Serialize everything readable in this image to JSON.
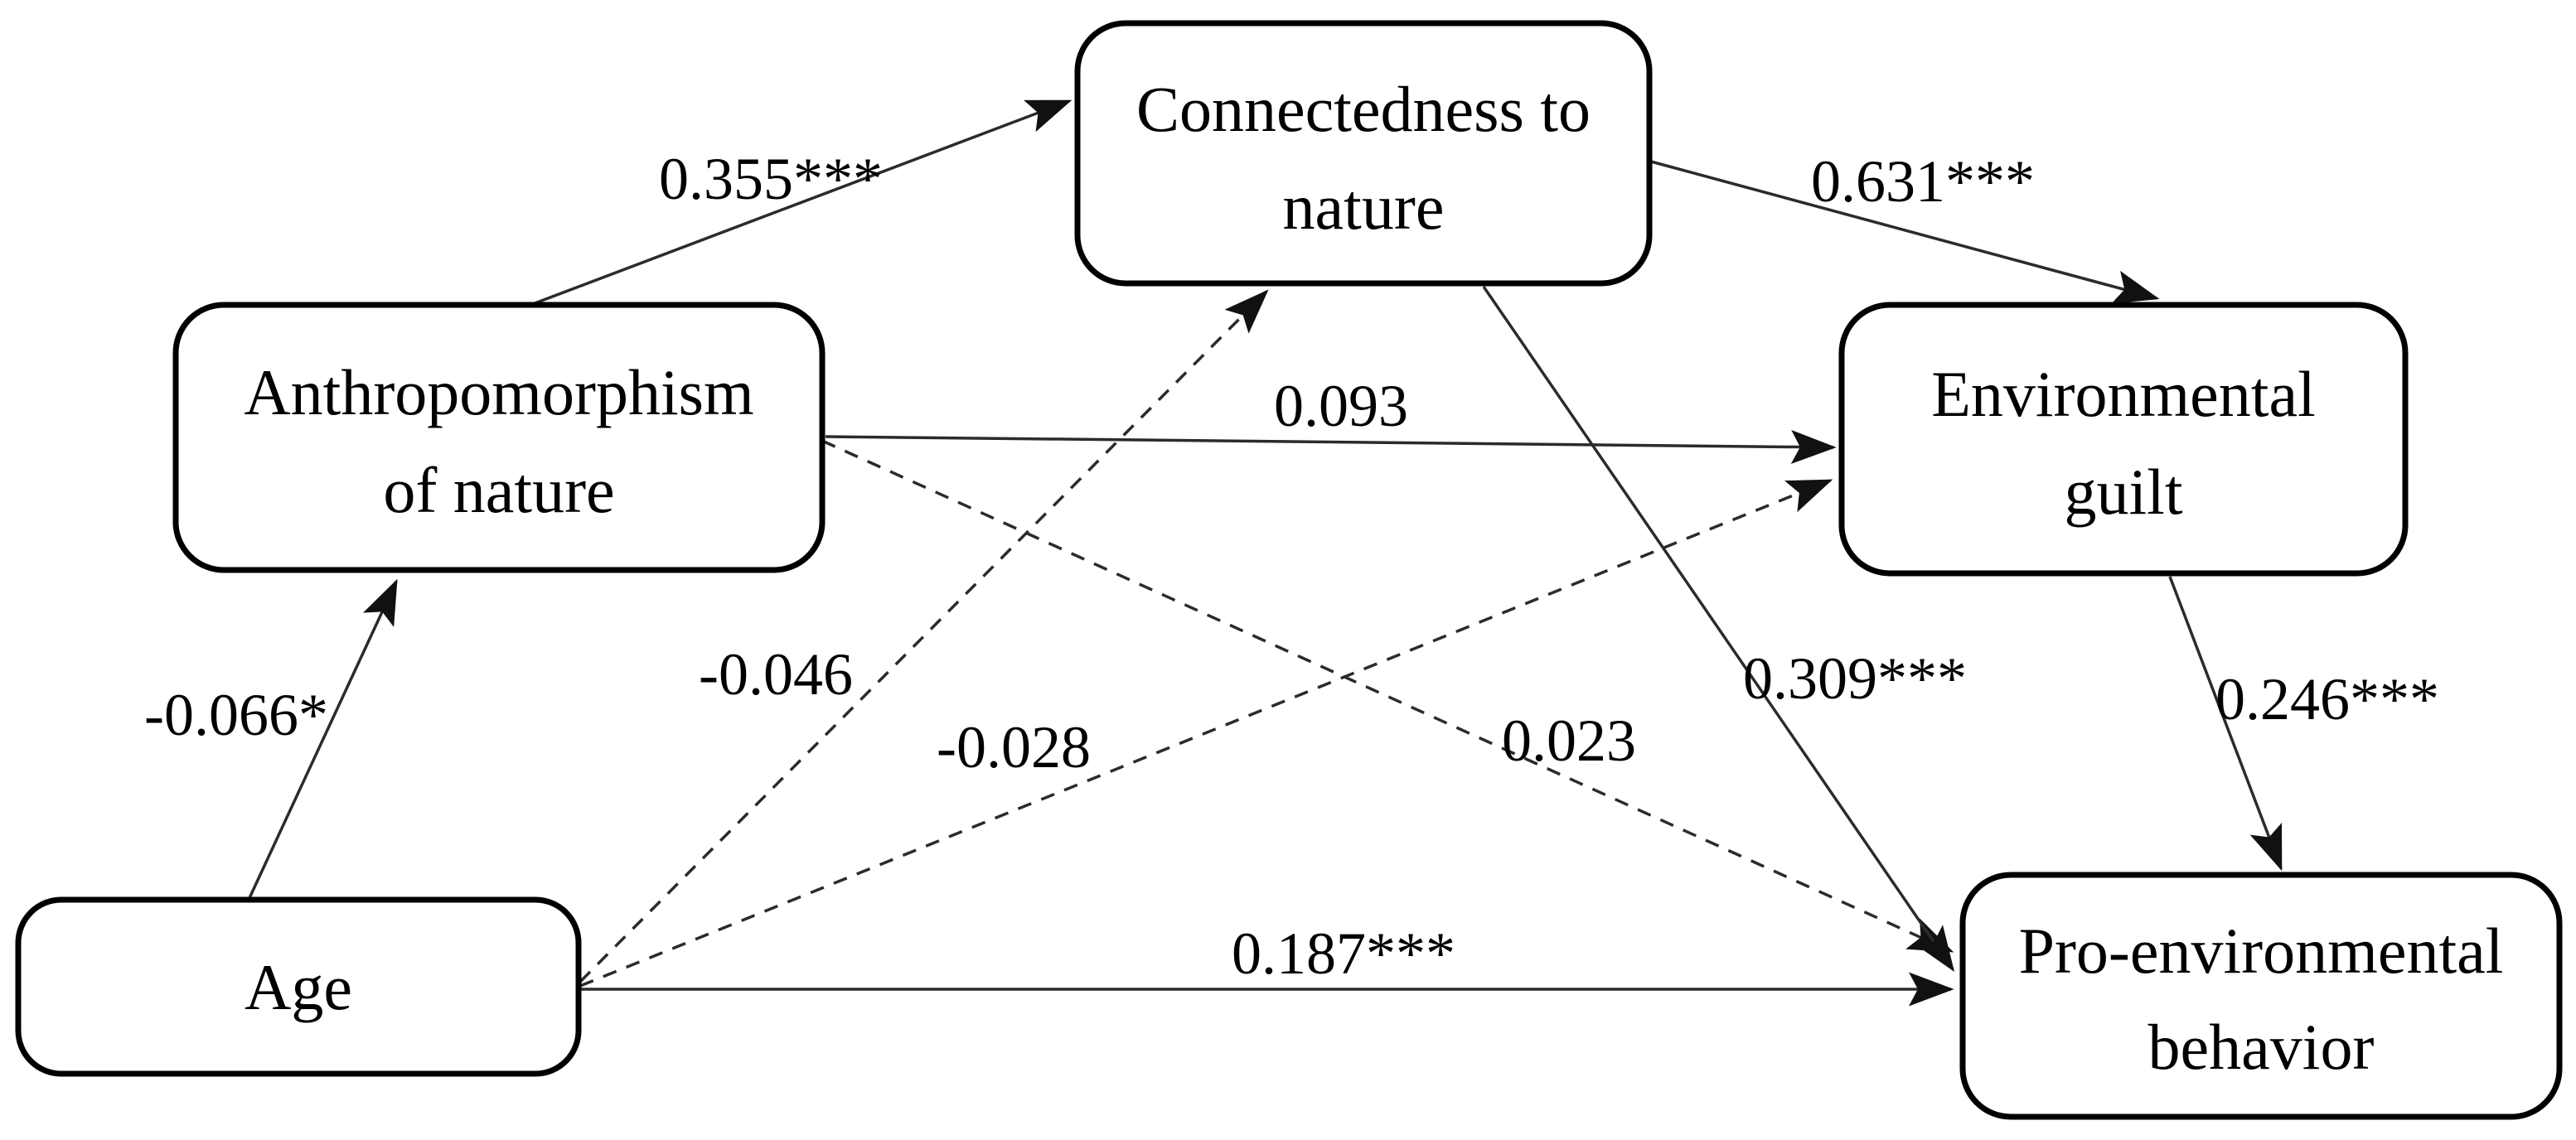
{
  "figure": {
    "type": "path-analysis-diagram",
    "background_color": "#ffffff",
    "box_border_color": "#000000",
    "line_color": "#2b2b2b",
    "text_color": "#000000"
  },
  "nodes": [
    {
      "id": "connectedness",
      "lines": [
        "Connectedness to",
        "nature"
      ]
    },
    {
      "id": "anthropomorphism",
      "lines": [
        "Anthropomorphism",
        "of nature"
      ]
    },
    {
      "id": "guilt",
      "lines": [
        "Environmental",
        "guilt"
      ]
    },
    {
      "id": "age",
      "lines": [
        "Age"
      ]
    },
    {
      "id": "proenv",
      "lines": [
        "Pro-environmental",
        "behavior"
      ]
    }
  ],
  "paths": [
    {
      "from": "age",
      "to": "anthropomorphism",
      "coefficient": "-0.066*",
      "style": "solid"
    },
    {
      "from": "anthropomorphism",
      "to": "connectedness",
      "coefficient": "0.355***",
      "style": "solid"
    },
    {
      "from": "connectedness",
      "to": "guilt",
      "coefficient": "0.631***",
      "style": "solid"
    },
    {
      "from": "anthropomorphism",
      "to": "guilt",
      "coefficient": "0.093",
      "style": "solid"
    },
    {
      "from": "age",
      "to": "connectedness",
      "coefficient": "-0.046",
      "style": "dashed"
    },
    {
      "from": "age",
      "to": "guilt",
      "coefficient": "-0.028",
      "style": "dashed"
    },
    {
      "from": "anthropomorphism",
      "to": "proenv",
      "coefficient": "0.023",
      "style": "dashed"
    },
    {
      "from": "connectedness",
      "to": "proenv",
      "coefficient": "0.309***",
      "style": "solid"
    },
    {
      "from": "guilt",
      "to": "proenv",
      "coefficient": "0.246***",
      "style": "solid"
    },
    {
      "from": "age",
      "to": "proenv",
      "coefficient": "0.187***",
      "style": "solid"
    }
  ]
}
